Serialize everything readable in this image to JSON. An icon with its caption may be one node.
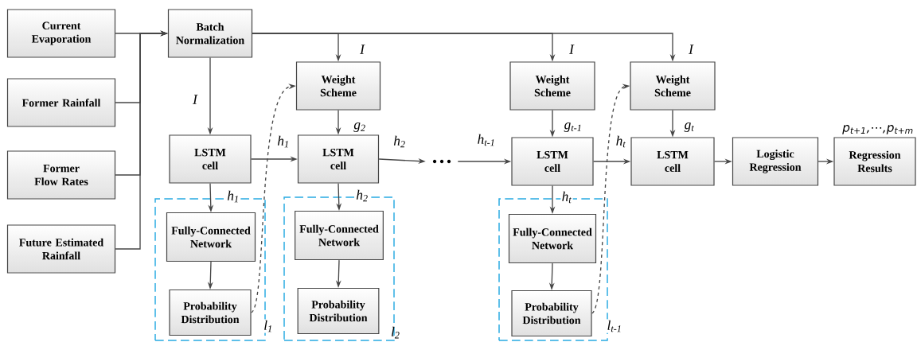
{
  "diagram": {
    "nodes": [
      {
        "text": [
          "Current Evaporation"
        ]
      },
      {
        "text": [
          "Former Rainfall"
        ]
      },
      {
        "text": [
          "Former Flow Rates"
        ]
      },
      {
        "text": [
          "Future Estimated Rainfall"
        ]
      },
      {
        "text": [
          "Batch Normalization"
        ]
      },
      {
        "text": [
          "LSTM cell"
        ]
      },
      {
        "text": [
          "Weight Scheme"
        ]
      },
      {
        "text": [
          "LSTM cell"
        ]
      },
      {
        "text": [],
        "shape": "box"
      },
      {
        "text": [
          "Fully-Connected Network"
        ],
        "in": 8
      },
      {
        "text": [
          "Probability Distribution"
        ],
        "in": 8
      },
      {
        "text": [],
        "shape": "box"
      },
      {
        "text": [
          "Fully-Connected Network"
        ],
        "in": 11
      },
      {
        "text": [
          "Probability Distribution"
        ],
        "in": 11,
        "beside": [
          "l$_{2}$"
        ]
      },
      {
        "text": [
          "…"
        ]
      },
      {
        "text": [
          "Weight Scheme"
        ]
      },
      {
        "text": [
          "LSTM cell"
        ]
      },
      {
        "text": [],
        "shape": "box"
      },
      {
        "text": [
          "Fully-Connected Network"
        ],
        "in": 17
      },
      {
        "text": [
          "Probability Distribution"
        ],
        "in": 17
      },
      {
        "text": [
          "Weight Scheme"
        ]
      },
      {
        "text": [
          "LSTM cell"
        ]
      },
      {
        "text": [
          "Logistic Regression"
        ]
      },
      {
        "text": [
          "Regression Results"
        ],
        "beside": [
          "p$_{t+1}$,⋯,p$_{t+m}$"
        ]
      }
    ],
    "edges": [
      {
        "from": 0,
        "to": 4,
        "arrow": "to"
      },
      {
        "from": 1,
        "to": 4,
        "arrow": "to"
      },
      {
        "from": 2,
        "to": 4,
        "arrow": "to"
      },
      {
        "from": 3,
        "to": 4,
        "arrow": "to"
      },
      {
        "from": 4,
        "to": 5,
        "arrow": "to",
        "label": "I"
      },
      {
        "from": 4,
        "to": 6,
        "arrow": "to",
        "label": "I"
      },
      {
        "from": 4,
        "to": 15,
        "arrow": "to",
        "label": "I"
      },
      {
        "from": 4,
        "to": 20,
        "arrow": "to",
        "label": "I"
      },
      {
        "from": 5,
        "to": 7,
        "arrow": "to",
        "label": "h$_{1}$"
      },
      {
        "from": 6,
        "to": 7,
        "arrow": "to",
        "label": "g$_{2}$"
      },
      {
        "from": 7,
        "to": 14,
        "arrow": "to",
        "label": "h$_{2}$"
      },
      {
        "from": 14,
        "to": 16,
        "arrow": "to",
        "label": "h$_{t-1}$"
      },
      {
        "from": 15,
        "to": 16,
        "arrow": "to",
        "label": "g$_{t-1}$"
      },
      {
        "from": 16,
        "to": 21,
        "arrow": "to",
        "label": "h$_{t}$"
      },
      {
        "from": 20,
        "to": 21,
        "arrow": "to",
        "label": "g$_{t}$"
      },
      {
        "from": 21,
        "to": 22,
        "arrow": "to"
      },
      {
        "from": 22,
        "to": 23,
        "arrow": "to"
      },
      {
        "from": 5,
        "to": 9,
        "arrow": "to",
        "label": "h$_{1}$"
      },
      {
        "from": 9,
        "to": 10,
        "arrow": "to"
      },
      {
        "from": 7,
        "to": 12,
        "arrow": "to",
        "label": "h$_{2}$"
      },
      {
        "from": 12,
        "to": 13,
        "arrow": "to"
      },
      {
        "from": 16,
        "to": 18,
        "arrow": "to",
        "label": "h$_{t}$"
      },
      {
        "from": 18,
        "to": 19,
        "arrow": "to"
      },
      {
        "from": 10,
        "to": 6,
        "arrow": "to",
        "style": "dashed",
        "label": "l$_{1}$"
      },
      {
        "from": 19,
        "to": 20,
        "arrow": "to",
        "style": "dashed",
        "label": "l$_{t-1}$"
      }
    ]
  }
}
